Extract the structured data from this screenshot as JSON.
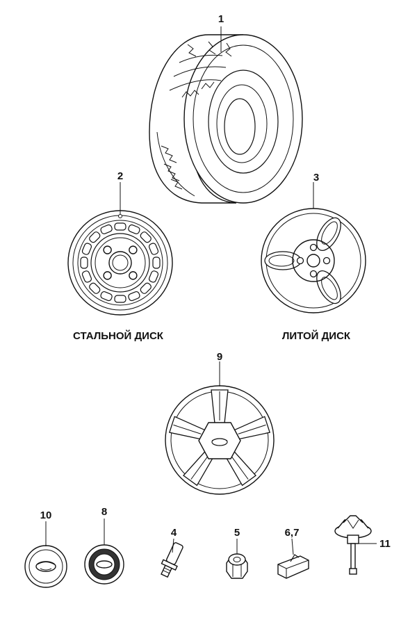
{
  "callouts": {
    "tire": "1",
    "steel_wheel": "2",
    "alloy_wheel": "3",
    "wheel_cover": "9",
    "center_cap_large": "10",
    "center_cap_small": "8",
    "valve_stem": "4",
    "lug_nut": "5",
    "balance_weight": "6,7",
    "tpms_valve": "11"
  },
  "captions": {
    "steel_wheel": "СТАЛЬНОЙ ДИСК",
    "alloy_wheel": "ЛИТОЙ ДИСК"
  }
}
